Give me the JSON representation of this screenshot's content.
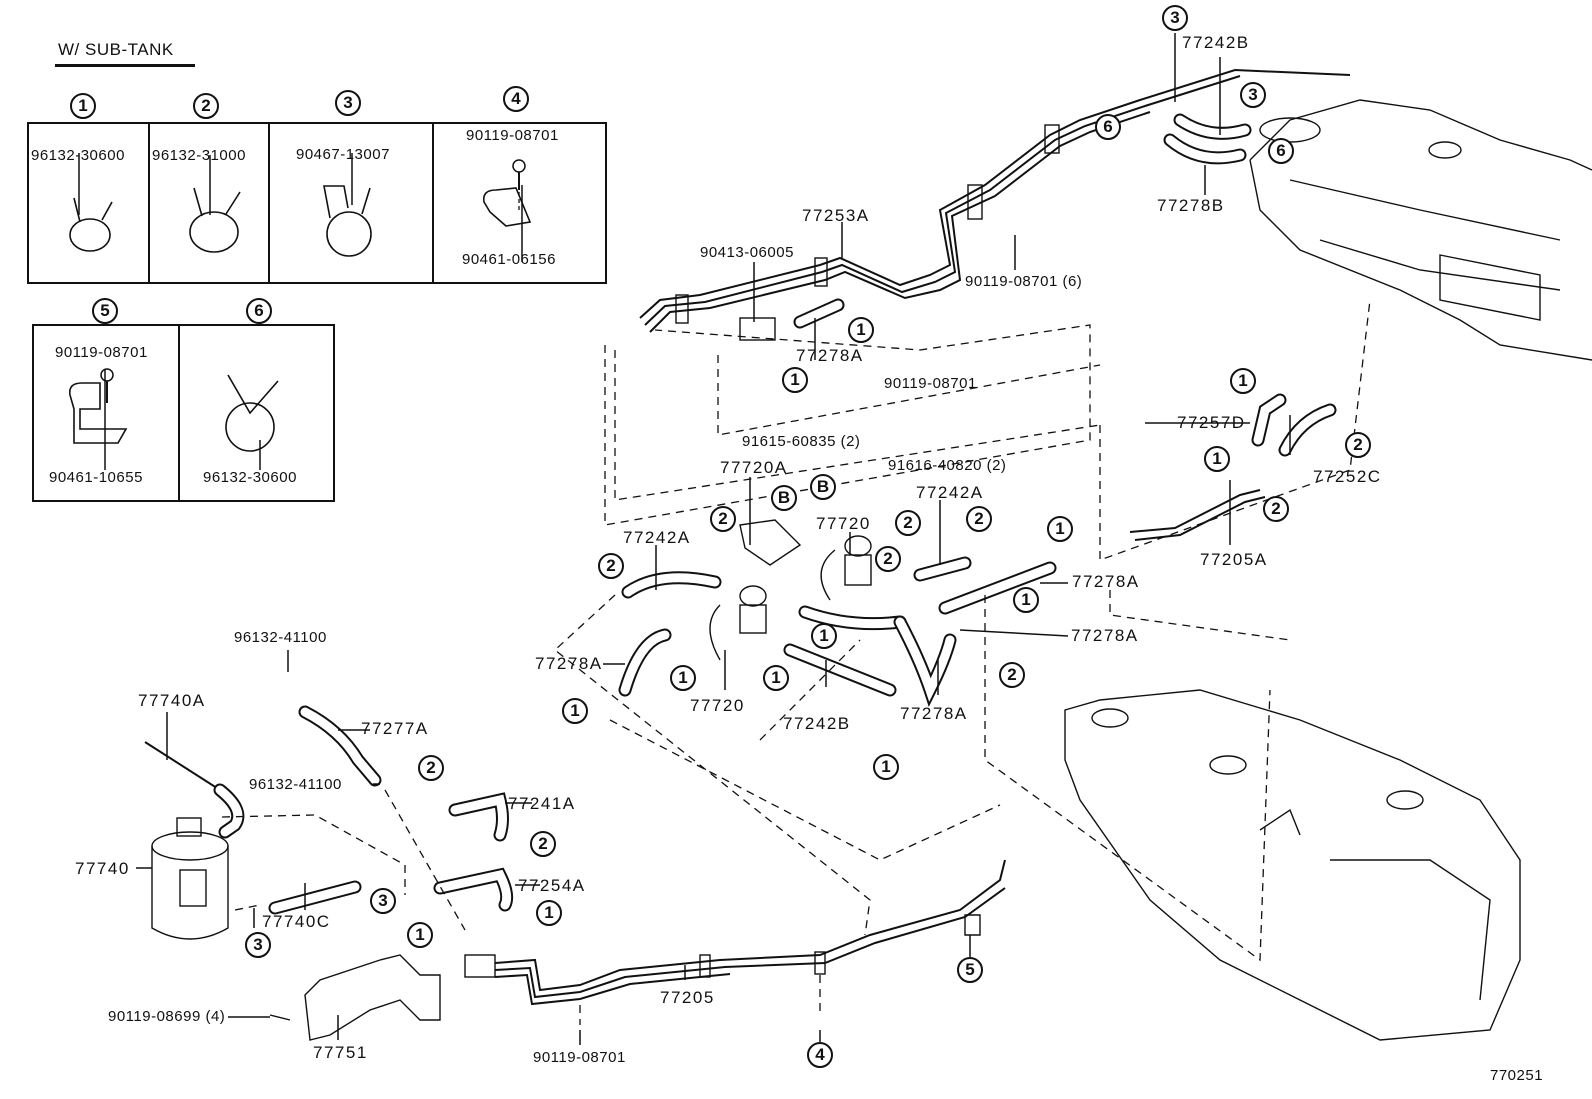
{
  "title": "W/ SUB-TANK",
  "figure_id": "770251",
  "legend": [
    {
      "ref": "1",
      "parts": [
        "96132-30600"
      ],
      "icon": "hose-clamp-icon"
    },
    {
      "ref": "2",
      "parts": [
        "96132-31000"
      ],
      "icon": "hose-clamp-icon"
    },
    {
      "ref": "3",
      "parts": [
        "90467-13007"
      ],
      "icon": "hose-clip-icon"
    },
    {
      "ref": "4",
      "parts": [
        "90119-08701",
        "90461-06156"
      ],
      "icon": "pipe-clamp-bolt-icon"
    },
    {
      "ref": "5",
      "parts": [
        "90119-08701",
        "90461-10655"
      ],
      "icon": "pipe-bracket-bolt-icon"
    },
    {
      "ref": "6",
      "parts": [
        "96132-30600"
      ],
      "icon": "hose-clamp-icon"
    }
  ],
  "callouts": {
    "c1": "1",
    "c2": "2",
    "c3": "3",
    "c4": "4",
    "c5": "5",
    "c6": "6",
    "cB": "B"
  },
  "parts": {
    "p77242B_top": "77242B",
    "p77278B": "77278B",
    "p77253A": "77253A",
    "p90413": "90413-06005",
    "p90119_6": "90119-08701 (6)",
    "p77278A_top": "77278A",
    "p90119_mid": "90119-08701",
    "p91615": "91615-60835 (2)",
    "p91616": "91616-40820 (2)",
    "p77720A": "77720A",
    "p77720_top": "77720",
    "p77242A_right": "77242A",
    "p77242A_left": "77242A",
    "p77257D": "77257D",
    "p77252C": "77252C",
    "p77205A": "77205A",
    "p77278A_r1": "77278A",
    "p77278A_r2": "77278A",
    "p77278A_left": "77278A",
    "p77720_bot": "77720",
    "p77242B_bot": "77242B",
    "p77278A_bot": "77278A",
    "p96132_41100_top": "96132-41100",
    "p77740A": "77740A",
    "p77277A": "77277A",
    "p96132_41100_mid": "96132-41100",
    "p77241A": "77241A",
    "p77740": "77740",
    "p77254A": "77254A",
    "p77740C": "77740C",
    "p90119_08699": "90119-08699 (4)",
    "p77751": "77751",
    "p77205": "77205",
    "p90119_bot": "90119-08701"
  }
}
